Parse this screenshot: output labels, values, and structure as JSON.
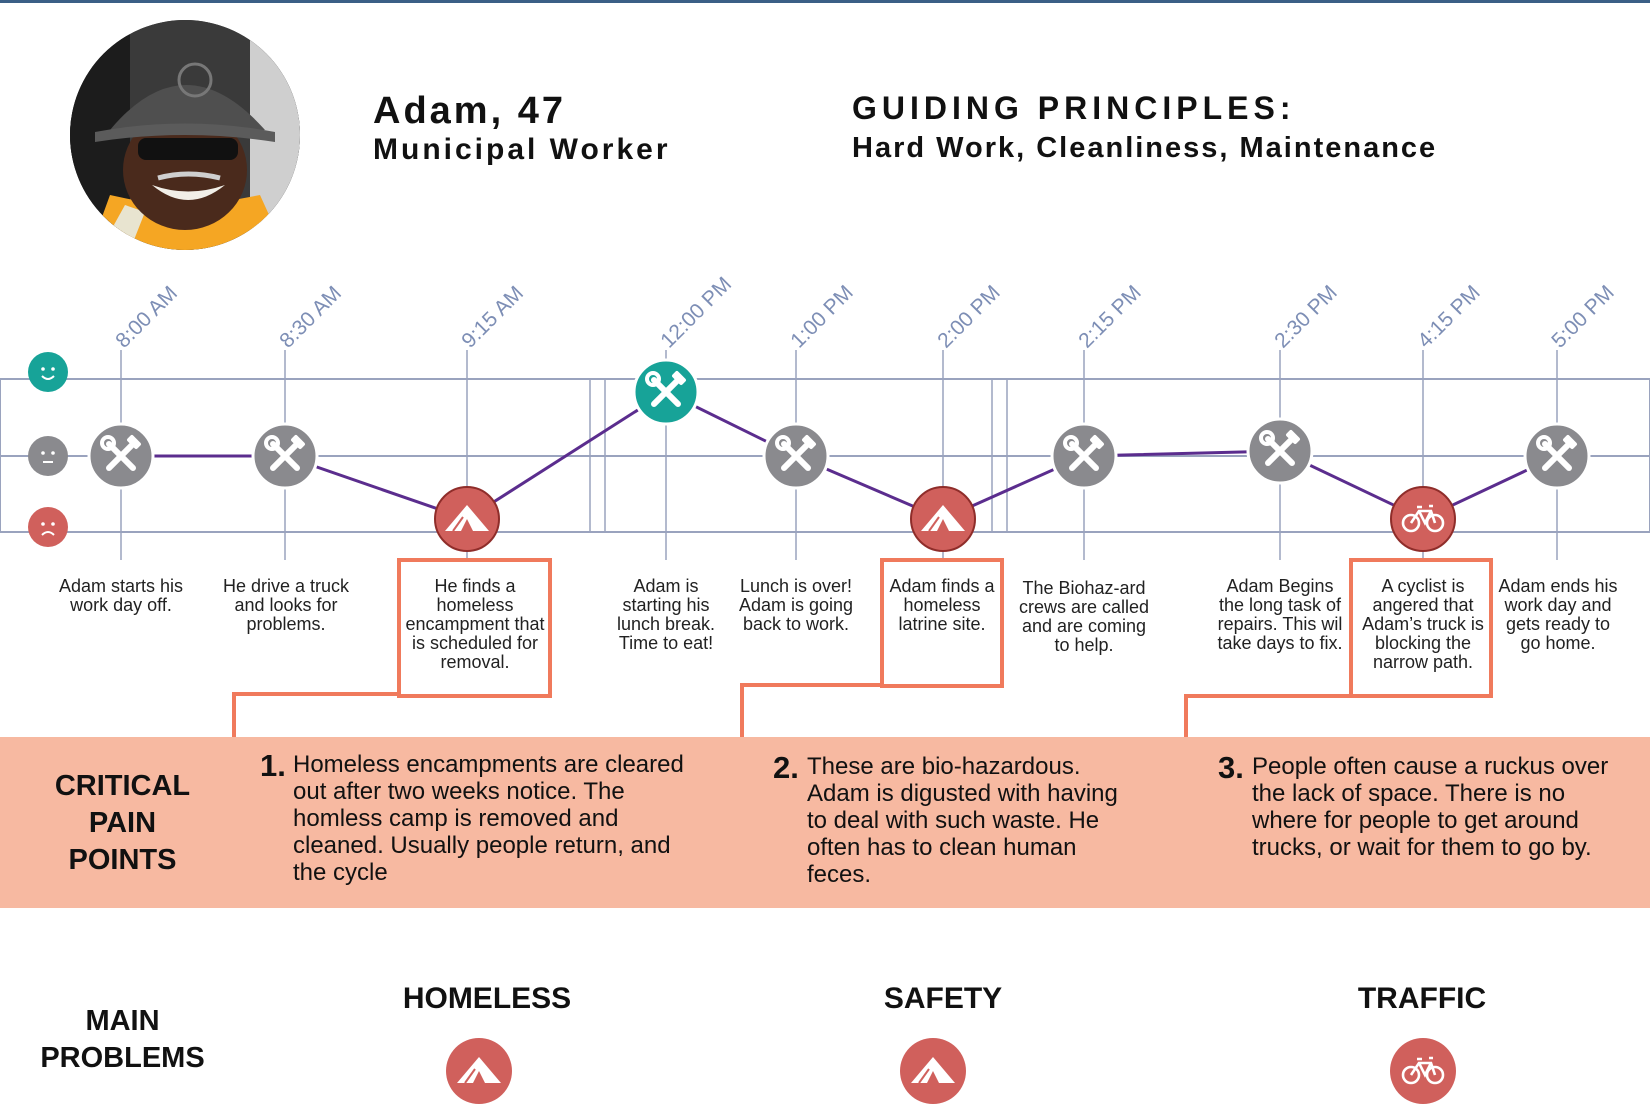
{
  "persona": {
    "name": "Adam, 47",
    "role": "Municipal Worker",
    "photo": "portrait of smiling worker in hard hat and safety vest"
  },
  "guiding_principles": {
    "title": "GUIDING PRINCIPLES:",
    "values": "Hard Work, Cleanliness, Maintenance"
  },
  "mood_scale": [
    {
      "mood": "happy",
      "icon": "happy-face-icon",
      "color": "#17a398"
    },
    {
      "mood": "neutral",
      "icon": "neutral-face-icon",
      "color": "#8a8a8e"
    },
    {
      "mood": "sad",
      "icon": "sad-face-icon",
      "color": "#d0605c"
    }
  ],
  "timeline": [
    {
      "time": "8:00 AM",
      "mood": "neutral",
      "icon": "tools-icon",
      "description": "Adam starts his work day off."
    },
    {
      "time": "8:30 AM",
      "mood": "neutral",
      "icon": "tools-icon",
      "description": "He drive a truck and looks for problems."
    },
    {
      "time": "9:15 AM",
      "mood": "sad",
      "icon": "tent-icon",
      "description": "He finds a homeless encampment that is scheduled for removal.",
      "pain_point": 1
    },
    {
      "time": "12:00 PM",
      "mood": "happy",
      "icon": "tools-icon",
      "description": "Adam is starting his lunch break. Time to eat!"
    },
    {
      "time": "1:00 PM",
      "mood": "neutral",
      "icon": "tools-icon",
      "description": "Lunch is over! Adam is going back to work."
    },
    {
      "time": "2:00 PM",
      "mood": "sad",
      "icon": "tent-icon",
      "description": "Adam finds a homeless latrine site.",
      "pain_point": 2
    },
    {
      "time": "2:15 PM",
      "mood": "neutral",
      "icon": "tools-icon",
      "description": "The Biohaz-ard crews are called and are coming to help."
    },
    {
      "time": "2:30 PM",
      "mood": "neutral",
      "icon": "tools-icon",
      "description": "Adam Begins the long task of repairs. This wil take days to fix."
    },
    {
      "time": "4:15 PM",
      "mood": "sad",
      "icon": "bicycle-icon",
      "description": "A cyclist is angered that Adam’s truck is blocking the narrow path.",
      "pain_point": 3
    },
    {
      "time": "5:00 PM",
      "mood": "neutral",
      "icon": "tools-icon",
      "description": "Adam ends his work day and gets ready to go home."
    }
  ],
  "critical_pain_points": {
    "title": "CRITICAL PAIN POINTS",
    "items": [
      {
        "number": "1.",
        "text": "Homeless encampments are cleared out after two weeks notice. The homless camp is removed and cleaned. Usually people return, and the cycle"
      },
      {
        "number": "2.",
        "text": "These are bio-hazardous. Adam is digusted with having to deal with such waste. He often has to clean human feces."
      },
      {
        "number": "3.",
        "text": "People often cause a ruckus over the lack of space. There is no where for people to get around trucks, or wait for them to go by."
      }
    ]
  },
  "main_problems": {
    "title": "MAIN PROBLEMS",
    "items": [
      {
        "label": "HOMELESS",
        "icon": "tent-icon"
      },
      {
        "label": "SAFETY",
        "icon": "tent-icon"
      },
      {
        "label": "TRAFFIC",
        "icon": "bicycle-icon"
      }
    ]
  },
  "colors": {
    "line": "#5b2d8e",
    "grid": "#9aa3be",
    "neutral": "#8a8a8e",
    "happy": "#17a398",
    "sad": "#d0605c",
    "highlight": "#f07a5c",
    "band": "#f7b9a1",
    "time_label": "#7d8eb5"
  }
}
